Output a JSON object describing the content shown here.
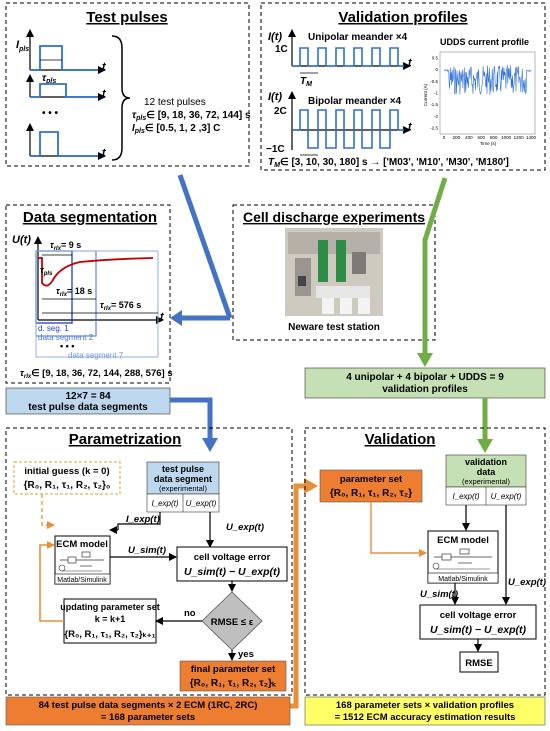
{
  "sections": {
    "test_pulses": {
      "title": "Test pulses",
      "ylabel": "I",
      "ylabel_sub": "pls",
      "tau_label": "τ",
      "tau_sub": "pls",
      "t_label": "t",
      "dots": "• • •",
      "count": "12 test pulses",
      "tau_values": "∈ [9, 18, 36, 72, 144] s",
      "amp_values": "∈ [0.5, 1, 2 ,3] C"
    },
    "validation_profiles": {
      "title": "Validation profiles",
      "unipolar_title": "Unipolar meander ×4",
      "bipolar_title": "Bipolar meander ×4",
      "udds_title": "UDDS current profile",
      "axis_I": "I(t)",
      "tick_1C": "1C",
      "tick_2C": "2C",
      "tick_m1C": "−1C",
      "t_label": "t",
      "tm_label": "T",
      "tm_sub": "M",
      "tm_values": "∈ [3, 10, 30, 180] s → ['M03', 'M10', 'M30', 'M180']",
      "udds_ylabel": "Current (A)",
      "udds_xlabel": "Time (s)",
      "udds_yticks": [
        "0.5",
        "0",
        "-0.5",
        "-1",
        "-1.5",
        "-2",
        "-2.5"
      ],
      "udds_xticks": [
        "0",
        "200",
        "400",
        "600",
        "800",
        "1000",
        "1200",
        "1400"
      ]
    },
    "data_segmentation": {
      "title": "Data segmentation",
      "ylabel": "U(t)",
      "t_label": "t",
      "rlx_9": "= 9 s",
      "rlx_18": "= 18 s",
      "rlx_576": "= 576 s",
      "tau_rlx": "τ",
      "rlx_sub": "rlx",
      "pls_sub": "pls",
      "seg1": "d. seg. 1",
      "seg2": "data segment 2",
      "seg7": "data segment 7",
      "dots": "• • •",
      "rlx_values": "∈ [9, 18, 36, 72, 144, 288, 576] s"
    },
    "cell_discharge": {
      "title": "Cell discharge experiments",
      "caption": "Neware test station"
    },
    "segments_result": {
      "line1": "12×7 = 84",
      "line2": "test pulse data segments"
    },
    "validation_result": {
      "line1": "4 unipolar + 4 bipolar + UDDS = 9",
      "line2": "validation profiles"
    },
    "parametrization": {
      "title": "Parametrization",
      "initial_line1": "initial guess (k = 0)",
      "initial_line2": "{R₀, R₁, τ₁, R₂, τ₂}₀",
      "test_pulse_line1": "test pulse",
      "test_pulse_line2": "data segment",
      "test_pulse_line3": "(experimental)",
      "iexp": "I_exp(t)",
      "uexp": "U_exp(t)",
      "ecm_title": "ECM model",
      "matlab": "Matlab/Simulink",
      "usim": "U_sim(t)",
      "error_line1": "cell voltage error",
      "error_line2": "U_sim(t) − U_exp(t)",
      "update_line1": "updating parameter set",
      "update_line2": "k = k+1",
      "update_line3": "{R₀, R₁, τ₁, R₂, τ₂}ₖ₊₁",
      "rmse_cond": "RMSE ≤ ε",
      "no": "no",
      "yes": "yes",
      "final_line1": "final parameter set",
      "final_line2": "{R₀, R₁, τ₁, R₂, τ₂}ₖ",
      "bottom_line1": "84 test pulse data segments × 2 ECM (1RC, 2RC)",
      "bottom_line2": "= 168 parameter sets"
    },
    "validation": {
      "title": "Validation",
      "param_line1": "parameter set",
      "param_line2": "{R₀, R₁, τ₁, R₂, τ₂}",
      "vdata_line1": "validation",
      "vdata_line2": "data",
      "vdata_line3": "(experimental)",
      "iexp": "I_exp(t)",
      "uexp": "U_exp(t)",
      "ecm_title": "ECM model",
      "matlab": "Matlab/Simulink",
      "usim": "U_sim(t)",
      "error_line1": "cell voltage error",
      "error_line2": "U_sim(t) − U_exp(t)",
      "rmse": "RMSE",
      "bottom_line1": "168 parameter sets × validation profiles",
      "bottom_line2": "= 1512 ECM accuracy estimation results"
    }
  },
  "colors": {
    "blue_arrow": "#4472c4",
    "green_arrow": "#70ad47",
    "orange_arrow": "#e7903a",
    "light_blue_box": "#bdd7ee",
    "light_green_box": "#c5e0b4",
    "orange_box": "#ed7d31",
    "yellow_box": "#ffff66",
    "signal_blue": "#2e6fd6",
    "signal_red": "#c00000",
    "dashed_orange": "#d6a23c"
  },
  "icons": [
    "ecm-circuit-icon",
    "neware-photo"
  ]
}
